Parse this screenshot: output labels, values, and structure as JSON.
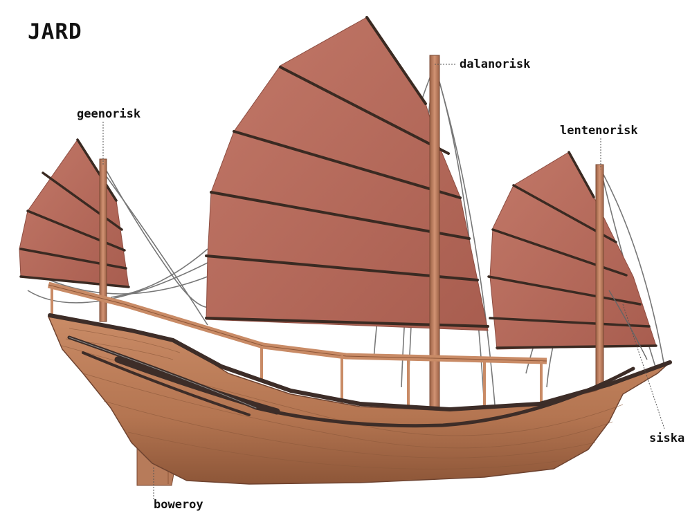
{
  "title": "JARD",
  "labels": {
    "fore_mast": "geenorisk",
    "main_mast": "dalanorisk",
    "mizzen_mast": "lentenorisk",
    "sheet": "siska",
    "rudder": "boweroy"
  },
  "colors": {
    "sail": "#b56a5c",
    "sail_dark": "#9a5447",
    "batten": "#3a2a22",
    "mast": "#b8795a",
    "hull": "#b97a55",
    "hull_dark": "#8e5a3c",
    "wale": "#3d2d28",
    "rigging": "#7a7a7a",
    "leader": "#555555"
  }
}
